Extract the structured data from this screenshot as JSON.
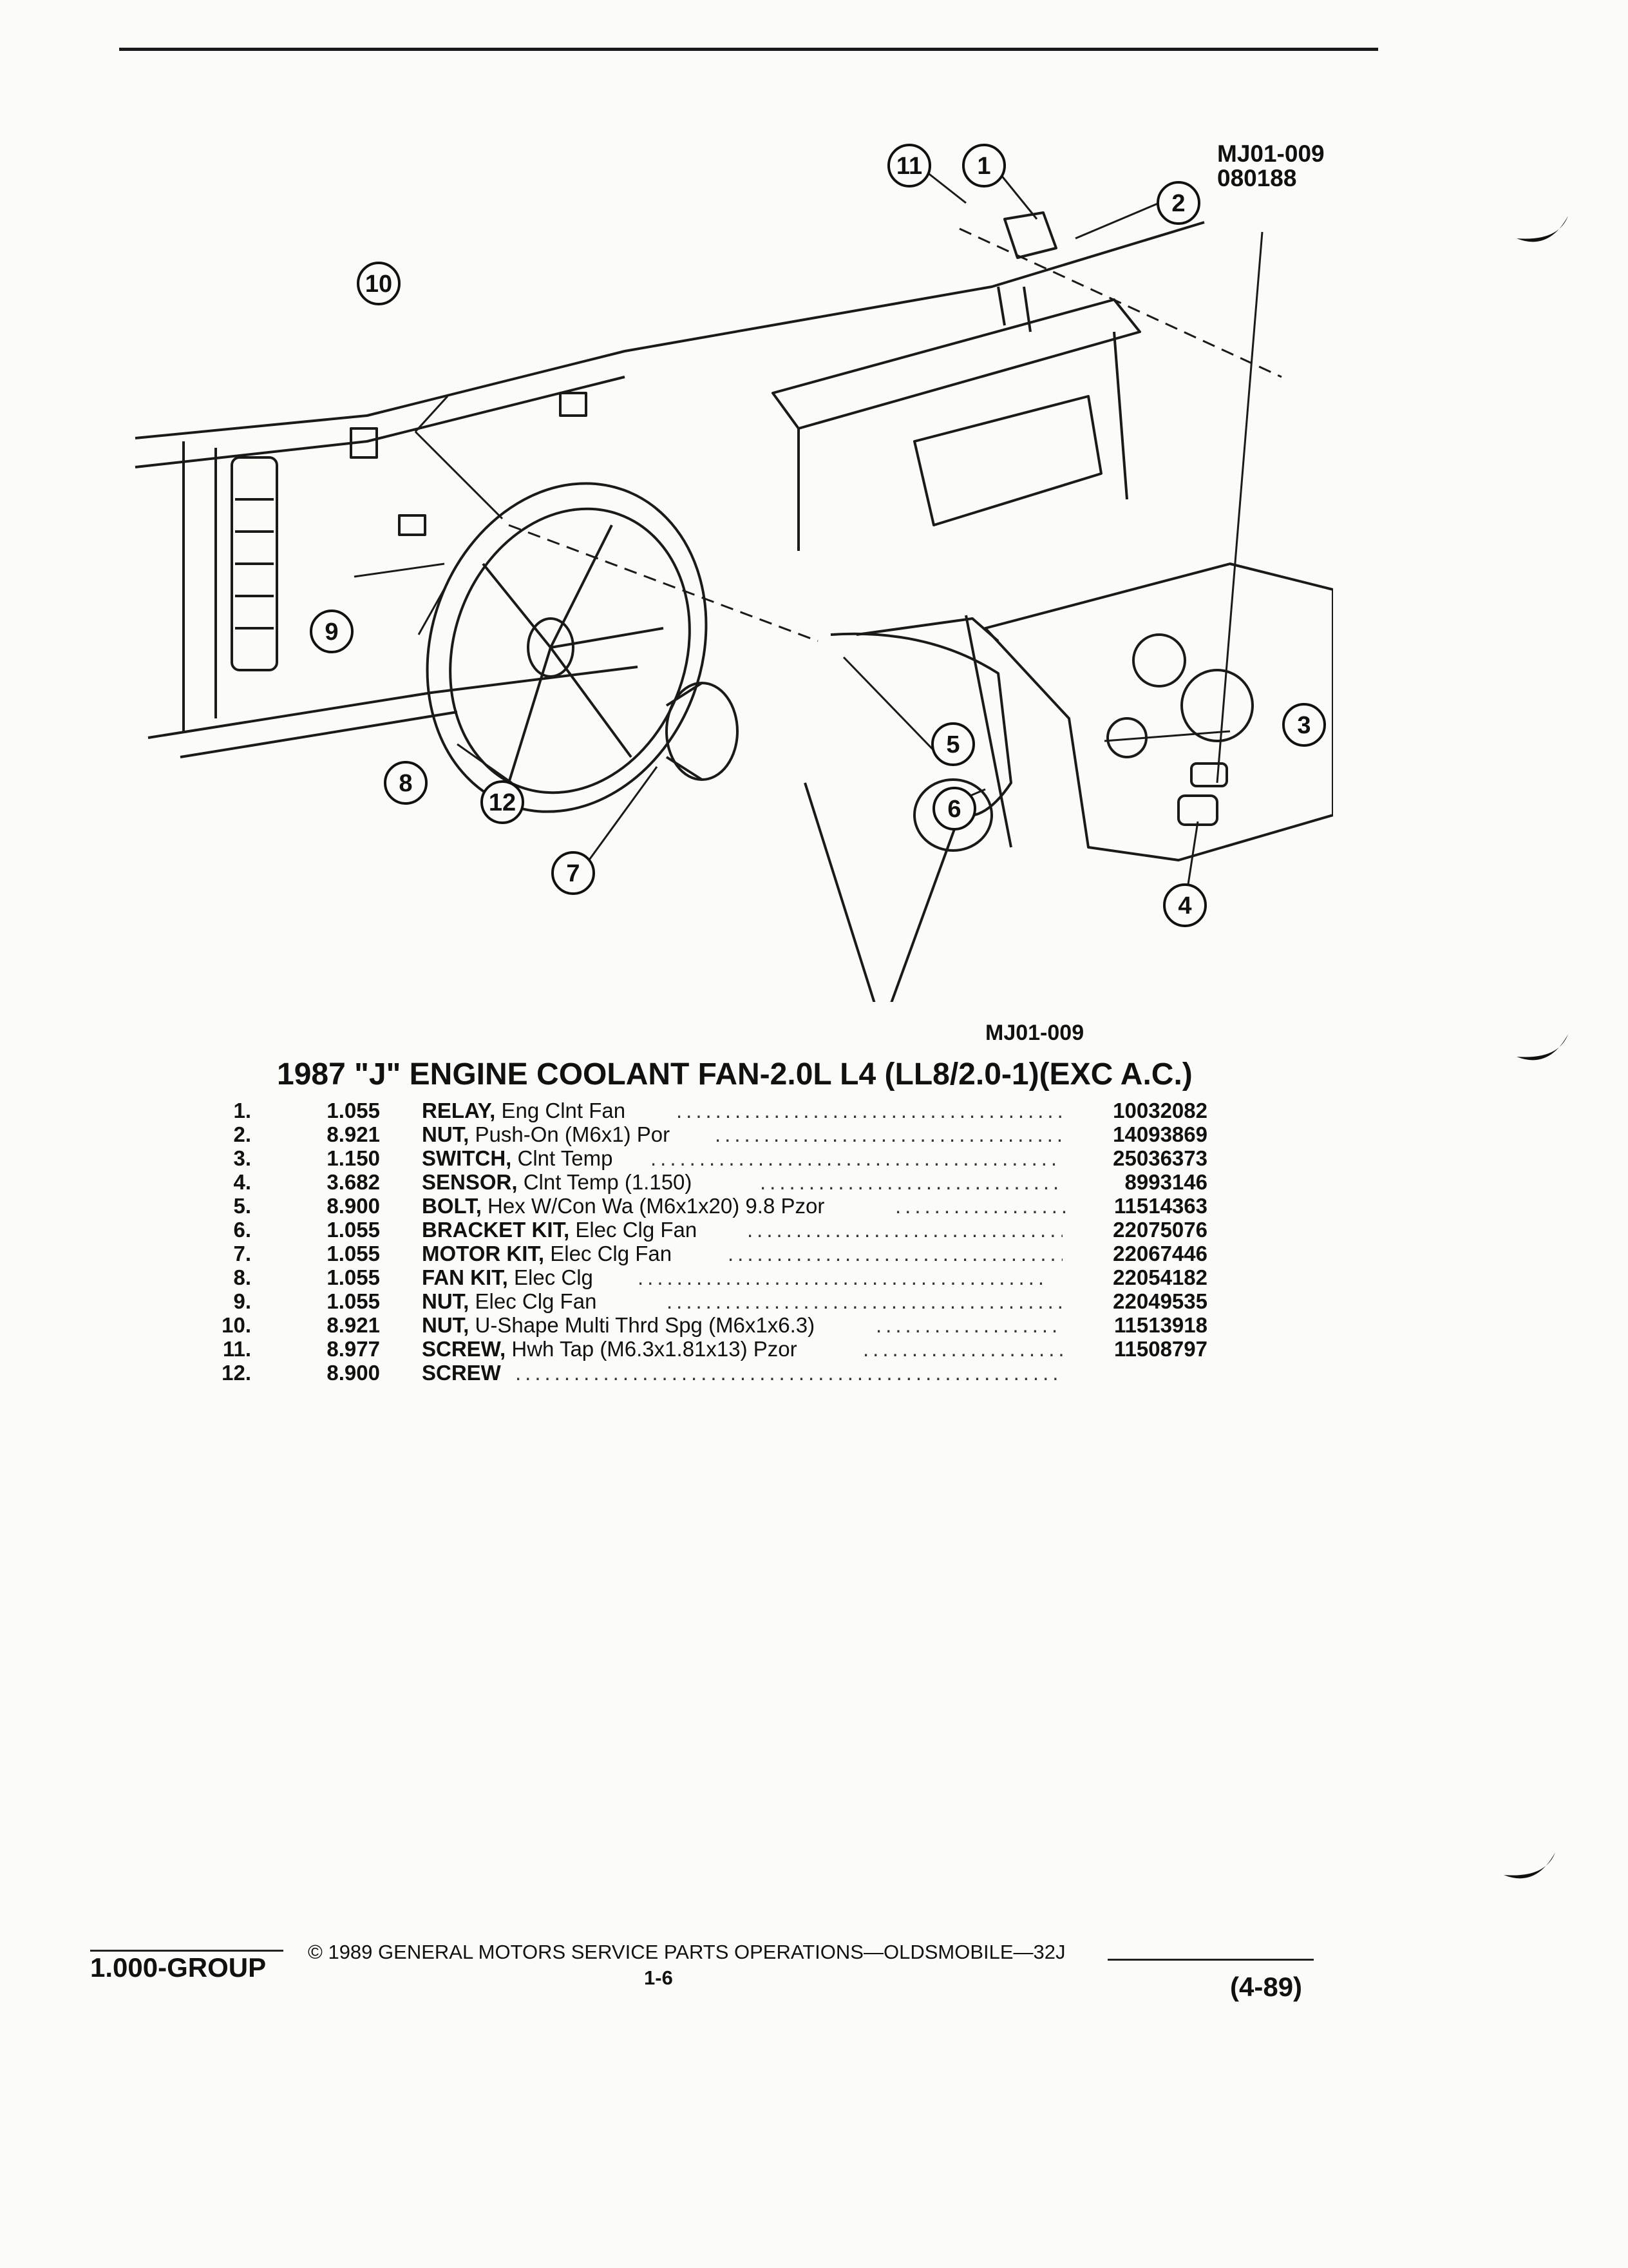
{
  "header": {
    "figure_code": "MJ01-009",
    "figure_date": "080188"
  },
  "diagram": {
    "callouts": [
      "1",
      "2",
      "3",
      "4",
      "5",
      "6",
      "7",
      "8",
      "9",
      "10",
      "11",
      "12"
    ],
    "caption_code": "MJ01-009"
  },
  "title": "1987 \"J\" ENGINE COOLANT FAN-2.0L L4 (LL8/2.0-1)(EXC A.C.)",
  "parts": [
    {
      "num": "1.",
      "group": "1.055",
      "name": "RELAY,",
      "desc": " Eng Clnt Fan",
      "part": "10032082"
    },
    {
      "num": "2.",
      "group": "8.921",
      "name": "NUT,",
      "desc": " Push-On (M6x1) Por",
      "part": "14093869"
    },
    {
      "num": "3.",
      "group": "1.150",
      "name": "SWITCH,",
      "desc": " Clnt Temp",
      "part": "25036373"
    },
    {
      "num": "4.",
      "group": "3.682",
      "name": "SENSOR,",
      "desc": " Clnt Temp (1.150)",
      "part": "8993146"
    },
    {
      "num": "5.",
      "group": "8.900",
      "name": "BOLT,",
      "desc": " Hex W/Con Wa (M6x1x20) 9.8 Pzor",
      "part": "11514363"
    },
    {
      "num": "6.",
      "group": "1.055",
      "name": "BRACKET KIT,",
      "desc": " Elec Clg Fan",
      "part": "22075076"
    },
    {
      "num": "7.",
      "group": "1.055",
      "name": "MOTOR KIT,",
      "desc": " Elec Clg Fan",
      "part": "22067446"
    },
    {
      "num": "8.",
      "group": "1.055",
      "name": "FAN KIT,",
      "desc": " Elec Clg",
      "part": "22054182"
    },
    {
      "num": "9.",
      "group": "1.055",
      "name": "NUT,",
      "desc": " Elec Clg Fan",
      "part": "22049535"
    },
    {
      "num": "10.",
      "group": "8.921",
      "name": "NUT,",
      "desc": " U-Shape Multi Thrd Spg (M6x1x6.3)",
      "part": "11513918"
    },
    {
      "num": "11.",
      "group": "8.977",
      "name": "SCREW,",
      "desc": " Hwh Tap (M6.3x1.81x13) Pzor",
      "part": "11508797"
    },
    {
      "num": "12.",
      "group": "8.900",
      "name": "SCREW",
      "desc": "",
      "part": ""
    }
  ],
  "footer": {
    "group": "1.000-GROUP",
    "copyright": "© 1989 GENERAL MOTORS SERVICE PARTS OPERATIONS—OLDSMOBILE—32J",
    "page": "1-6",
    "date": "(4-89)"
  }
}
